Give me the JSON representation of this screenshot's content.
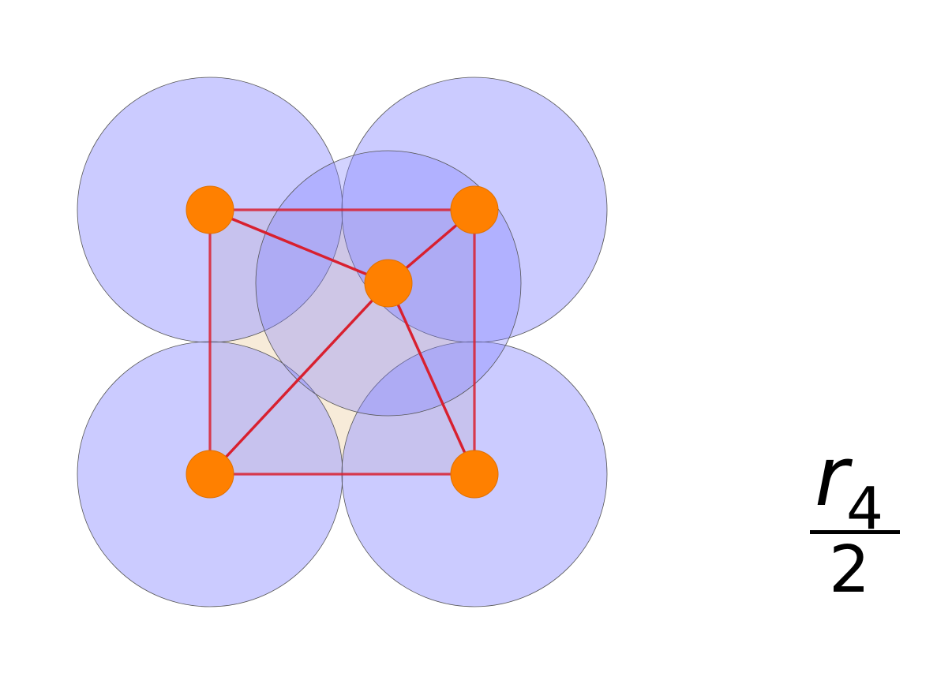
{
  "label": {
    "variable": "r",
    "subscript": "4",
    "denominator": "2"
  },
  "colors": {
    "circle_fill": "#a0a0ff",
    "circle_fill_highlight": "#8080ff",
    "circle_stroke": "#666666",
    "square_fill": "#f5e6cf",
    "edge": "#d8202f",
    "node": "#ff8000"
  }
}
